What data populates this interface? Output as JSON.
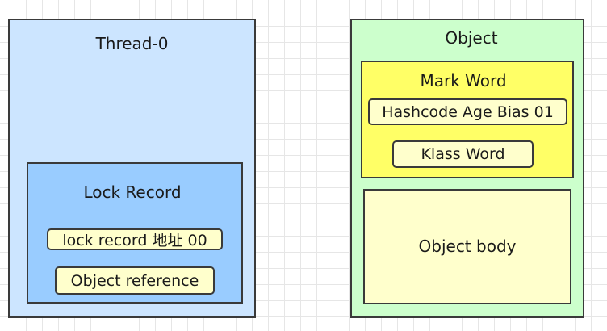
{
  "thread": {
    "title": "Thread-0",
    "lock_record": {
      "title": "Lock Record",
      "fields": [
        "lock record 地址 00",
        "Object reference"
      ]
    }
  },
  "object": {
    "title": "Object",
    "mark_word": {
      "title": "Mark Word",
      "fields": [
        "Hashcode Age Bias 01",
        "Klass Word"
      ]
    },
    "body": "Object body"
  },
  "colors": {
    "thread_fill": "#cce5ff",
    "lock_record_fill": "#99ccff",
    "object_fill": "#ccffcc",
    "mark_word_fill": "#ffff66",
    "field_fill": "#ffffcc",
    "border": "#3a3a3a"
  }
}
